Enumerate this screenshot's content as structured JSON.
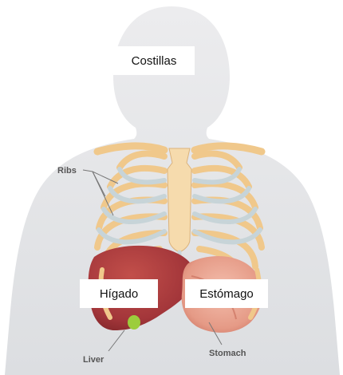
{
  "overlay_labels": {
    "costillas": "Costillas",
    "higado": "Hígado",
    "estomago": "Estómago"
  },
  "printed_labels": {
    "ribs": "Ribs",
    "liver": "Liver",
    "stomach": "Stomach"
  },
  "colors": {
    "silhouette": "#e7e8ea",
    "rib": "#f1c98c",
    "cartilage": "#c4d2d6",
    "sternum": "#f7dcae",
    "liver": "#a8383a",
    "stomach": "#e39b8a",
    "gallbladder": "#9acb3a",
    "leader_line": "#777777"
  }
}
